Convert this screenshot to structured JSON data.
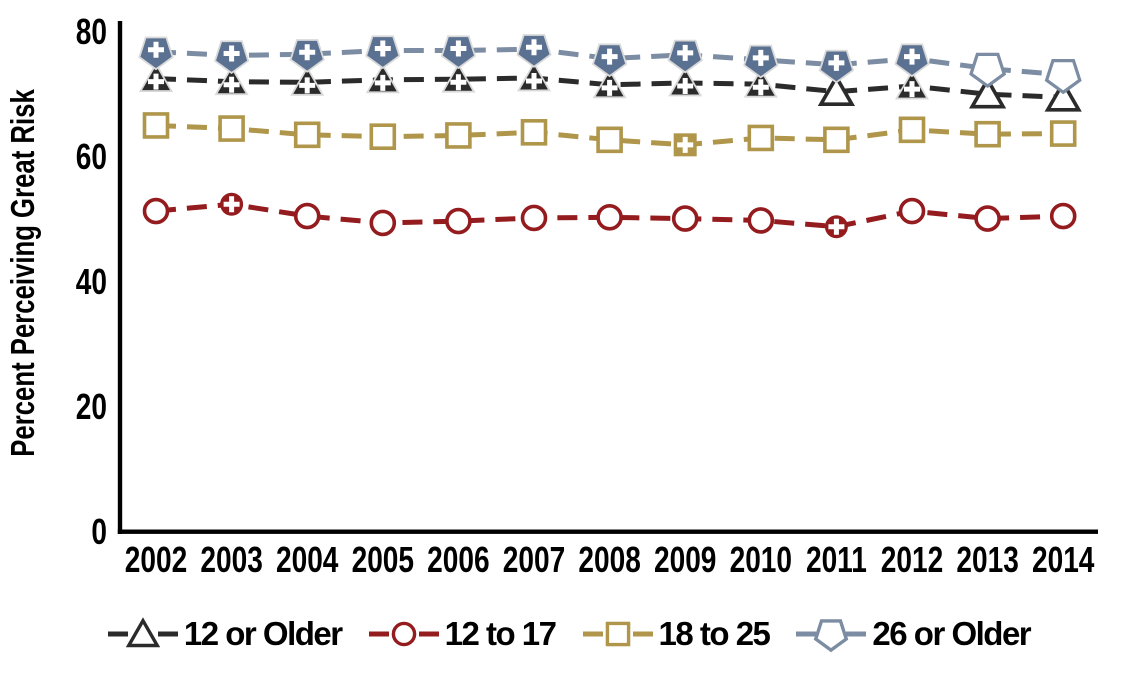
{
  "figure": {
    "background": "#FFFFFF",
    "axis_color": "#000000",
    "text_color": "#000000"
  },
  "chart_data": {
    "type": "line",
    "title": "",
    "xlabel": "",
    "ylabel": "Percent Perceiving Great Risk",
    "x": [
      2002,
      2003,
      2004,
      2005,
      2006,
      2007,
      2008,
      2009,
      2010,
      2011,
      2012,
      2013,
      2014
    ],
    "ylim": [
      0,
      80
    ],
    "yticks": [
      0,
      20,
      40,
      60,
      80
    ],
    "grid": false,
    "legend_position": "bottom",
    "marker_fill_note": "markers drawn solid with a white plus sign are emphasized; all other markers are hollow",
    "series": [
      {
        "name": "12 or Older",
        "marker": "triangle",
        "color": "#2B2B2B",
        "line_color": "#2B2B2B",
        "values": [
          72.5,
          72.0,
          71.9,
          72.3,
          72.4,
          72.6,
          71.5,
          71.8,
          71.6,
          70.4,
          71.3,
          70.0,
          69.5
        ],
        "filled_plus_years": [
          2002,
          2003,
          2004,
          2005,
          2006,
          2007,
          2008,
          2009,
          2010,
          2012
        ]
      },
      {
        "name": "12 to 17",
        "marker": "circle",
        "color": "#941B1E",
        "line_color": "#941B1E",
        "values": [
          51.3,
          52.4,
          50.5,
          49.4,
          49.7,
          50.2,
          50.3,
          50.1,
          49.8,
          48.8,
          51.3,
          50.1,
          50.5
        ],
        "filled_plus_years": [
          2003,
          2011
        ]
      },
      {
        "name": "18 to 25",
        "marker": "square",
        "color": "#AF964B",
        "line_color": "#AF964B",
        "values": [
          65.0,
          64.5,
          63.5,
          63.2,
          63.4,
          63.9,
          62.7,
          61.9,
          63.0,
          62.7,
          64.3,
          63.6,
          63.7
        ],
        "filled_plus_years": [
          2009
        ]
      },
      {
        "name": "26 or Older",
        "marker": "pentagon",
        "color": "#5B7191",
        "line_color": "#7B8CA3",
        "values": [
          76.8,
          76.2,
          76.4,
          77.0,
          77.0,
          77.2,
          75.7,
          76.3,
          75.5,
          74.7,
          75.7,
          74.1,
          73.1
        ],
        "filled_plus_years": [
          2002,
          2003,
          2004,
          2005,
          2006,
          2007,
          2008,
          2009,
          2010,
          2011,
          2012
        ]
      }
    ]
  }
}
